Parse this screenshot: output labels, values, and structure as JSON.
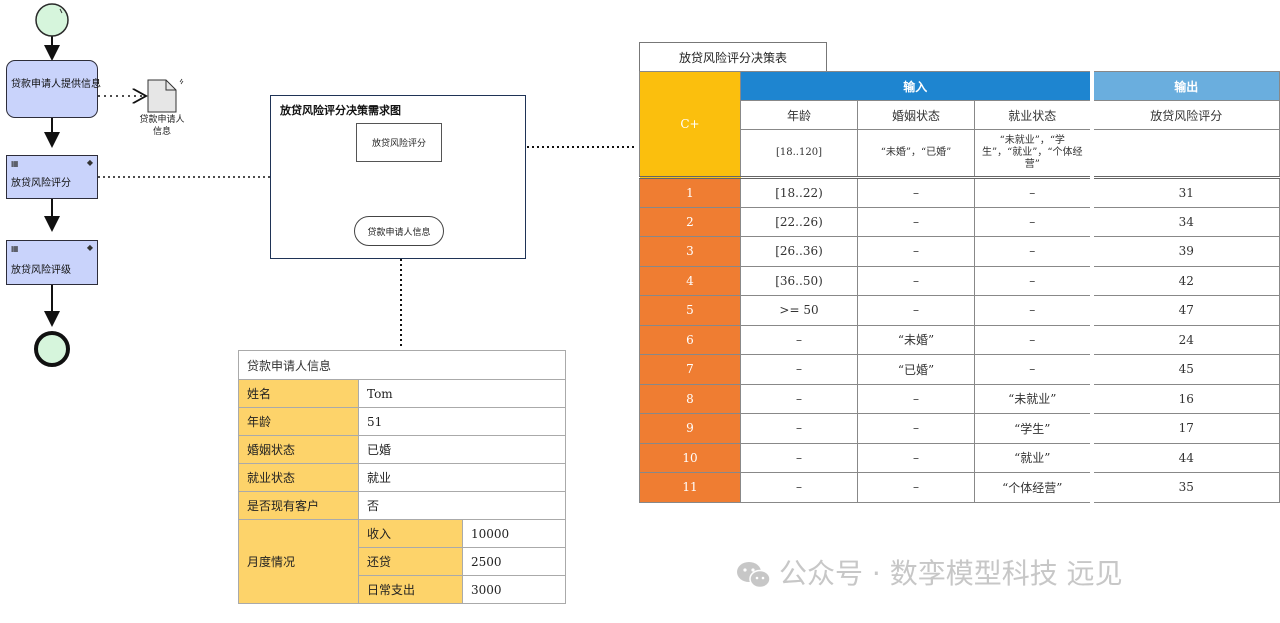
{
  "process": {
    "tasks": [
      {
        "label": "贷款申请人提供信息"
      },
      {
        "label": "放贷风险评分"
      },
      {
        "label": "放贷风险评级"
      }
    ],
    "data_object": {
      "label_line1": "贷款申请人",
      "label_line2": "信息"
    }
  },
  "requirement_diagram": {
    "title": "放贷风险评分决策需求图",
    "decision": "放贷风险评分",
    "input_data": "贷款申请人信息"
  },
  "applicant_info": {
    "title": "贷款申请人信息",
    "rows": [
      {
        "key": "姓名",
        "value": "Tom"
      },
      {
        "key": "年龄",
        "value": "51"
      },
      {
        "key": "婚姻状态",
        "value": "已婚"
      },
      {
        "key": "就业状态",
        "value": "就业"
      },
      {
        "key": "是否现有客户",
        "value": "否"
      }
    ],
    "monthly": {
      "label": "月度情况",
      "items": [
        {
          "key": "收入",
          "value": "10000"
        },
        {
          "key": "还贷",
          "value": "2500"
        },
        {
          "key": "日常支出",
          "value": "3000"
        }
      ]
    }
  },
  "decision_table": {
    "caption": "放贷风险评分决策表",
    "hit_policy": "C+",
    "input_header": "输入",
    "output_header": "输出",
    "columns": [
      "年龄",
      "婚姻状态",
      "就业状态",
      "放贷风险评分"
    ],
    "allowed": [
      "[18..120]",
      "“未婚”，“已婚”",
      "“未就业”，“学生”，“就业”，“个体经营”",
      ""
    ],
    "rules": [
      {
        "n": "1",
        "age": "[18..22)",
        "marital": "–",
        "emp": "–",
        "score": "31"
      },
      {
        "n": "2",
        "age": "[22..26)",
        "marital": "–",
        "emp": "–",
        "score": "34"
      },
      {
        "n": "3",
        "age": "[26..36)",
        "marital": "–",
        "emp": "–",
        "score": "39"
      },
      {
        "n": "4",
        "age": "[36..50)",
        "marital": "–",
        "emp": "–",
        "score": "42"
      },
      {
        "n": "5",
        "age": ">= 50",
        "marital": "–",
        "emp": "–",
        "score": "47"
      },
      {
        "n": "6",
        "age": "–",
        "marital": "“未婚”",
        "emp": "–",
        "score": "24"
      },
      {
        "n": "7",
        "age": "–",
        "marital": "“已婚”",
        "emp": "–",
        "score": "45"
      },
      {
        "n": "8",
        "age": "–",
        "marital": "–",
        "emp": "“未就业”",
        "score": "16"
      },
      {
        "n": "9",
        "age": "–",
        "marital": "–",
        "emp": "“学生”",
        "score": "17"
      },
      {
        "n": "10",
        "age": "–",
        "marital": "–",
        "emp": "“就业”",
        "score": "44"
      },
      {
        "n": "11",
        "age": "–",
        "marital": "–",
        "emp": "“个体经营”",
        "score": "35"
      }
    ]
  },
  "watermark": "公众号 · 数孪模型科技 远见",
  "colors": {
    "task_fill": "#c9d3fb",
    "start_event": "#d6f5dc",
    "info_key": "#fdd36a",
    "hit_policy": "#fbbf0d",
    "input_header": "#1e85d0",
    "output_header": "#6aaede",
    "rule_number": "#ef7d32"
  }
}
